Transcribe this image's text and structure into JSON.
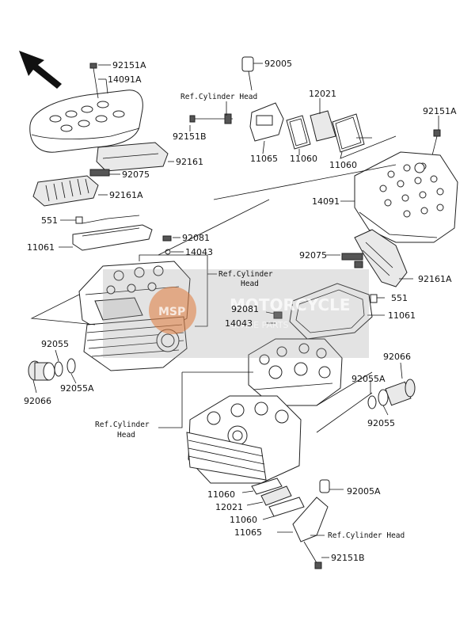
{
  "labels": {
    "l92151A_top": "92151A",
    "l14091A": "14091A",
    "l92005": "92005",
    "refCylHeadTop": "Ref.Cylinder Head",
    "l12021_top": "12021",
    "l92151B_top": "92151B",
    "l11065_top": "11065",
    "l11060_top1": "11060",
    "l11060_top2": "11060",
    "l92151A_right": "92151A",
    "l92161": "92161",
    "l92075_left": "92075",
    "l92161A_left": "92161A",
    "l14091": "14091",
    "l551_left": "551",
    "l11061_left": "11061",
    "l92081_left": "92081",
    "l14043_left": "14043",
    "l92075_right": "92075",
    "refCylHeadMid1": "Ref.Cylinder",
    "refCylHeadMid2": "Head",
    "l92161A_right": "92161A",
    "l92081_mid": "92081",
    "l14043_mid": "14043",
    "l551_right": "551",
    "l11061_right": "11061",
    "l92055_left": "92055",
    "l92066_left": "92066",
    "l92055A_left": "92055A",
    "l92066_right": "92066",
    "l92055A_right": "92055A",
    "l92055_right": "92055",
    "refCylHeadLow1": "Ref.Cylinder",
    "refCylHeadLow2": "Head",
    "l11060_bot1": "11060",
    "l12021_bot": "12021",
    "l11060_bot2": "11060",
    "l11065_bot": "11065",
    "l92005A": "92005A",
    "refCylHeadBot": "Ref.Cylinder Head",
    "l92151B_bot": "92151B"
  },
  "watermark": {
    "logo_text": "MSP",
    "brand": "MOTORCYCLE",
    "sub": "SPARE PARTS"
  }
}
